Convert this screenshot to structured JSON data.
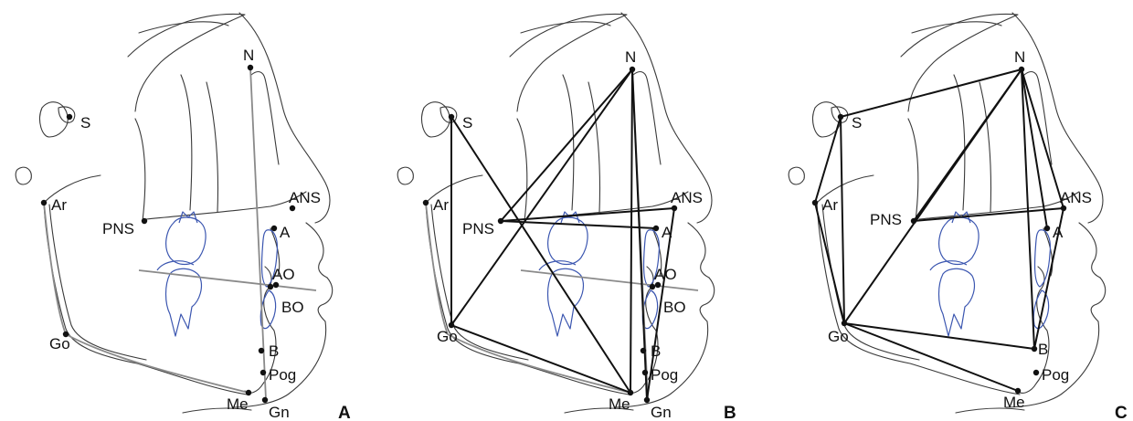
{
  "panels": [
    {
      "letter": "A",
      "landmarks": {
        "S": "S",
        "N": "N",
        "Ar": "Ar",
        "ANS": "ANS",
        "PNS": "PNS",
        "A": "A",
        "AO": "AO",
        "BO": "BO",
        "Go": "Go",
        "B": "B",
        "Pog": "Pog",
        "Me": "Me",
        "Gn": "Gn"
      }
    },
    {
      "letter": "B",
      "landmarks": {
        "S": "S",
        "N": "N",
        "Ar": "Ar",
        "ANS": "ANS",
        "PNS": "PNS",
        "A": "A",
        "AO": "AO",
        "BO": "BO",
        "Go": "Go",
        "B": "B",
        "Pog": "Pog",
        "Me": "Me",
        "Gn": "Gn"
      }
    },
    {
      "letter": "C",
      "landmarks": {
        "S": "S",
        "N": "N",
        "Ar": "Ar",
        "ANS": "ANS",
        "PNS": "PNS",
        "A": "A",
        "Go": "Go",
        "B": "B",
        "Pog": "Pog",
        "Me": "Me"
      }
    }
  ],
  "colors": {
    "outline": "#3a3a3a",
    "teeth": "#3b56b0",
    "panel_a_lines": "#8a8a8a",
    "analysis_lines": "#111111"
  }
}
